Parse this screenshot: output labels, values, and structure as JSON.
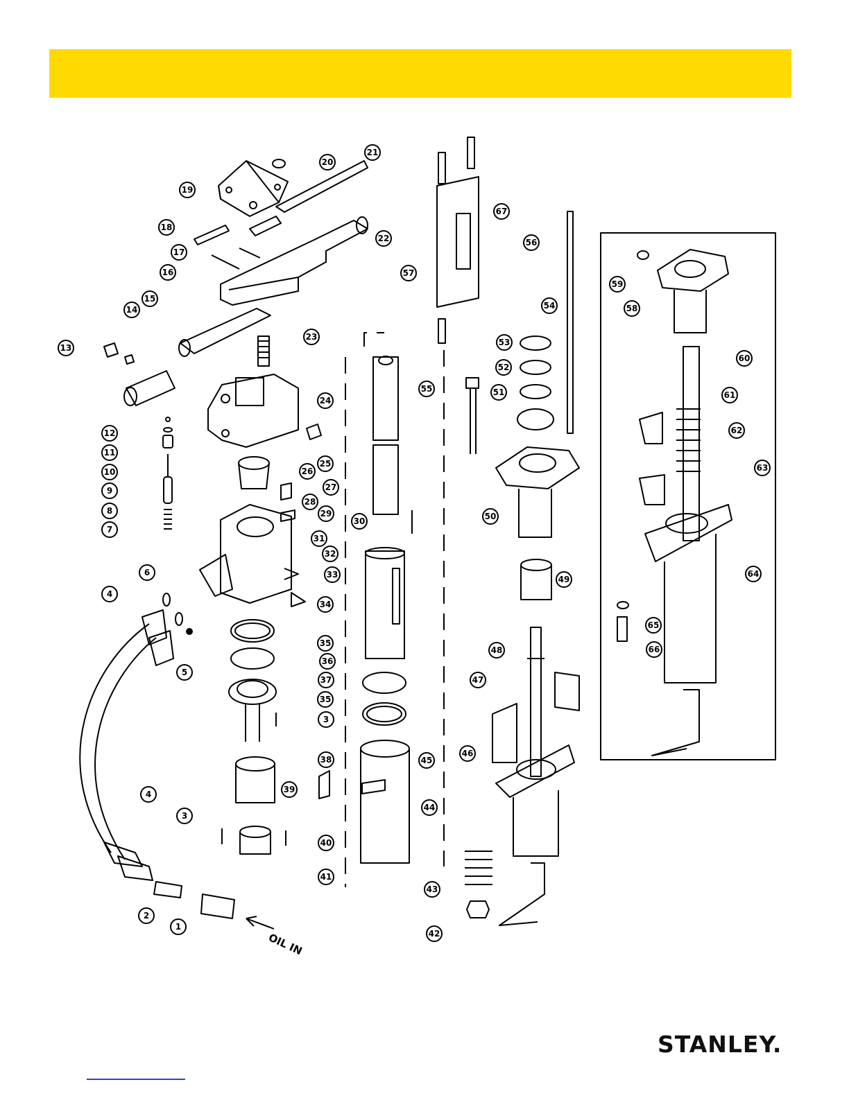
{
  "page": {
    "banner_color": "#ffd900",
    "link_color": "#3344cc"
  },
  "diagram": {
    "oil_label": "OIL IN",
    "callouts": [
      "1",
      "2",
      "3",
      "3",
      "4",
      "4",
      "5",
      "6",
      "7",
      "8",
      "9",
      "10",
      "11",
      "12",
      "13",
      "14",
      "15",
      "16",
      "17",
      "18",
      "19",
      "20",
      "21",
      "22",
      "23",
      "24",
      "25",
      "26",
      "27",
      "28",
      "29",
      "30",
      "31",
      "32",
      "33",
      "34",
      "35",
      "35",
      "36",
      "37",
      "38",
      "39",
      "40",
      "41",
      "42",
      "43",
      "44",
      "45",
      "46",
      "47",
      "48",
      "49",
      "50",
      "51",
      "52",
      "53",
      "54",
      "55",
      "56",
      "57",
      "58",
      "59",
      "60",
      "61",
      "62",
      "63",
      "64",
      "65",
      "66",
      "67"
    ]
  },
  "brand": {
    "name": "STANLEY."
  }
}
